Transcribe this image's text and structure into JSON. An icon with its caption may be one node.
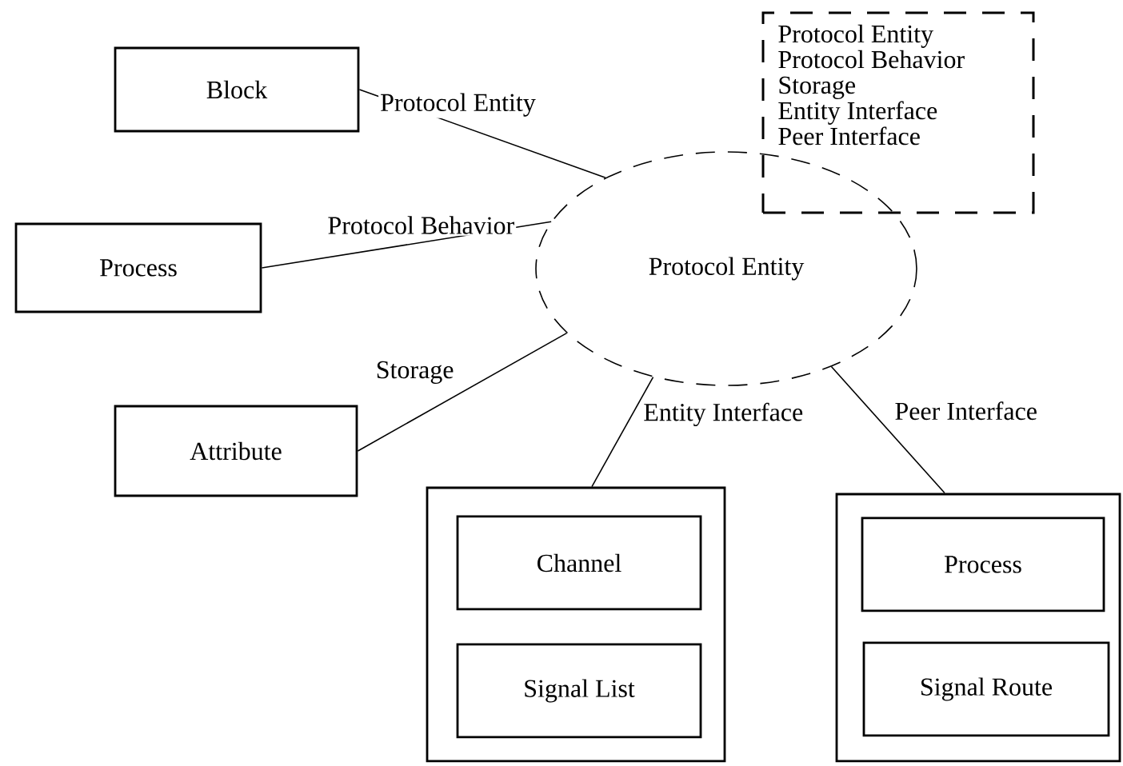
{
  "diagram": {
    "nodes": [
      {
        "text": [
          "Block"
        ]
      },
      {
        "text": [
          "Process"
        ]
      },
      {
        "text": [
          "Attribute"
        ]
      },
      {
        "text": [
          "Protocol Entity"
        ]
      },
      {
        "text": [
          "Protocol Entity",
          "Protocol Behavior",
          "Storage",
          "Entity Interface",
          "Peer Interface"
        ]
      },
      {
        "text": [],
        "shape": "box"
      },
      {
        "text": [
          "Channel"
        ],
        "in": 5
      },
      {
        "text": [
          "Signal List"
        ],
        "in": 5
      },
      {
        "text": [],
        "shape": "box"
      },
      {
        "text": [
          "Process"
        ],
        "in": 8
      },
      {
        "text": [
          "Signal Route"
        ],
        "in": 8
      }
    ],
    "edges": [
      {
        "from": 0,
        "to": 3,
        "arrow": "none",
        "label": "Protocol Entity"
      },
      {
        "from": 1,
        "to": 3,
        "arrow": "none",
        "label": "Protocol Behavior"
      },
      {
        "from": 2,
        "to": 3,
        "arrow": "none",
        "label": "Storage"
      },
      {
        "from": 3,
        "to": 5,
        "arrow": "none",
        "label": "Entity Interface"
      },
      {
        "from": 3,
        "to": 8,
        "arrow": "none",
        "label": "Peer Interface"
      }
    ]
  }
}
